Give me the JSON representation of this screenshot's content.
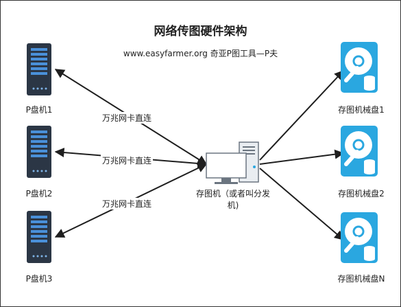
{
  "title": "网络传图硬件架构",
  "subtitle": "www.easyfarmer.org  奇亚P图工具—P夫",
  "servers": [
    {
      "label": "P盘机1"
    },
    {
      "label": "P盘机2"
    },
    {
      "label": "P盘机3"
    }
  ],
  "link_label": "万兆网卡直连",
  "center": {
    "label_line1": "存图机（或者叫分发",
    "label_line2": "机)"
  },
  "storage": [
    {
      "label": "存图机械盘1"
    },
    {
      "label": "存图机械盘2"
    },
    {
      "label": "存图机械盘N"
    }
  ],
  "colors": {
    "server_body": "#2b3645",
    "server_panel": "#4a90d9",
    "disk_blue": "#2aa7e0",
    "arrow": "#1f1f1f"
  }
}
